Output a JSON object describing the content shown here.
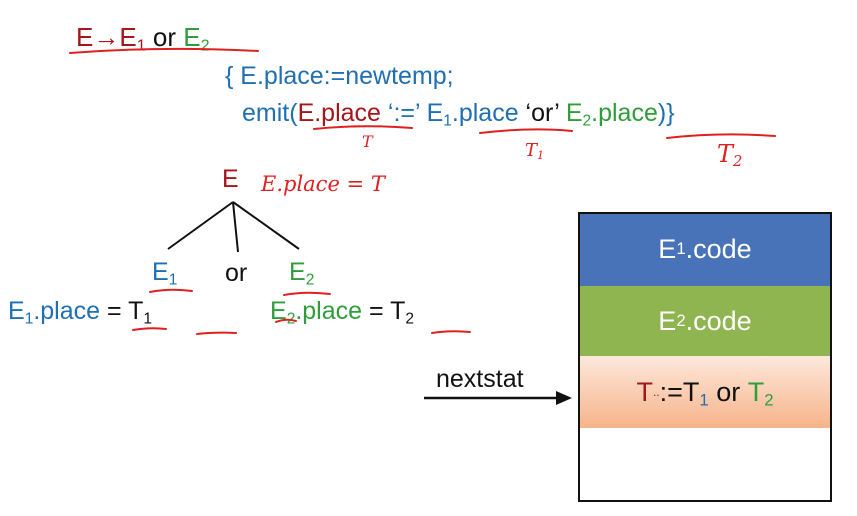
{
  "rule": {
    "lhs": "E",
    "arrow": "→",
    "e1": "E",
    "e1_sub": "1",
    "or": "or",
    "e2": "E",
    "e2_sub": "2"
  },
  "action": {
    "line1": "{ E.place:=newtemp;",
    "emit_open": "emit(",
    "eplace": "E.place",
    "assign_str": " ‘:=’ ",
    "e1": "E",
    "e1_sub": "1",
    "e1_rest": ".place",
    "or_str": " ‘or’ ",
    "e2": "E",
    "e2_sub": "2",
    "e2_rest": ".place",
    "emit_close": ")}"
  },
  "handwritten": {
    "t_under_eplace": "T",
    "t1_under": "T",
    "t1_sub": "1",
    "t2_under": "T",
    "t2_sub": "2",
    "eplace_eq": "E.place = T"
  },
  "tree": {
    "root": "E",
    "left": "E",
    "left_sub": "1",
    "mid": "or",
    "right": "E",
    "right_sub": "2",
    "left_attr_e": "E",
    "left_attr_sub": "1",
    "left_attr_rest": ".place",
    "left_attr_eq": " = ",
    "left_attr_t": "T",
    "left_attr_tsub": "1",
    "right_attr_e": "E",
    "right_attr_sub": "2",
    "right_attr_rest": ".place",
    "right_attr_eq": " = ",
    "right_attr_t": "T",
    "right_attr_tsub": "2"
  },
  "nextstat": "nextstat",
  "code_boxes": [
    {
      "e": "E",
      "sub": "1",
      "rest": ".code",
      "bg": "#4873b8",
      "fg": "#ffffff"
    },
    {
      "e": "E",
      "sub": "2",
      "rest": ".code",
      "bg": "#8fb551",
      "fg": "#ffffff"
    }
  ],
  "assign_box": {
    "t": "T",
    "dots": "..",
    "assign": ":=",
    "t1": "T",
    "t1_sub": "1",
    "or": "or",
    "t2": "T",
    "t2_sub": "2"
  },
  "colors": {
    "red": "#a4161a",
    "green": "#2f9e3a",
    "blue": "#1f6fb2",
    "ink": "#e02020",
    "box1": "#4873b8",
    "box2": "#8fb551",
    "box3_top": "#fde8dc",
    "box3_bottom": "#f6b48a"
  }
}
